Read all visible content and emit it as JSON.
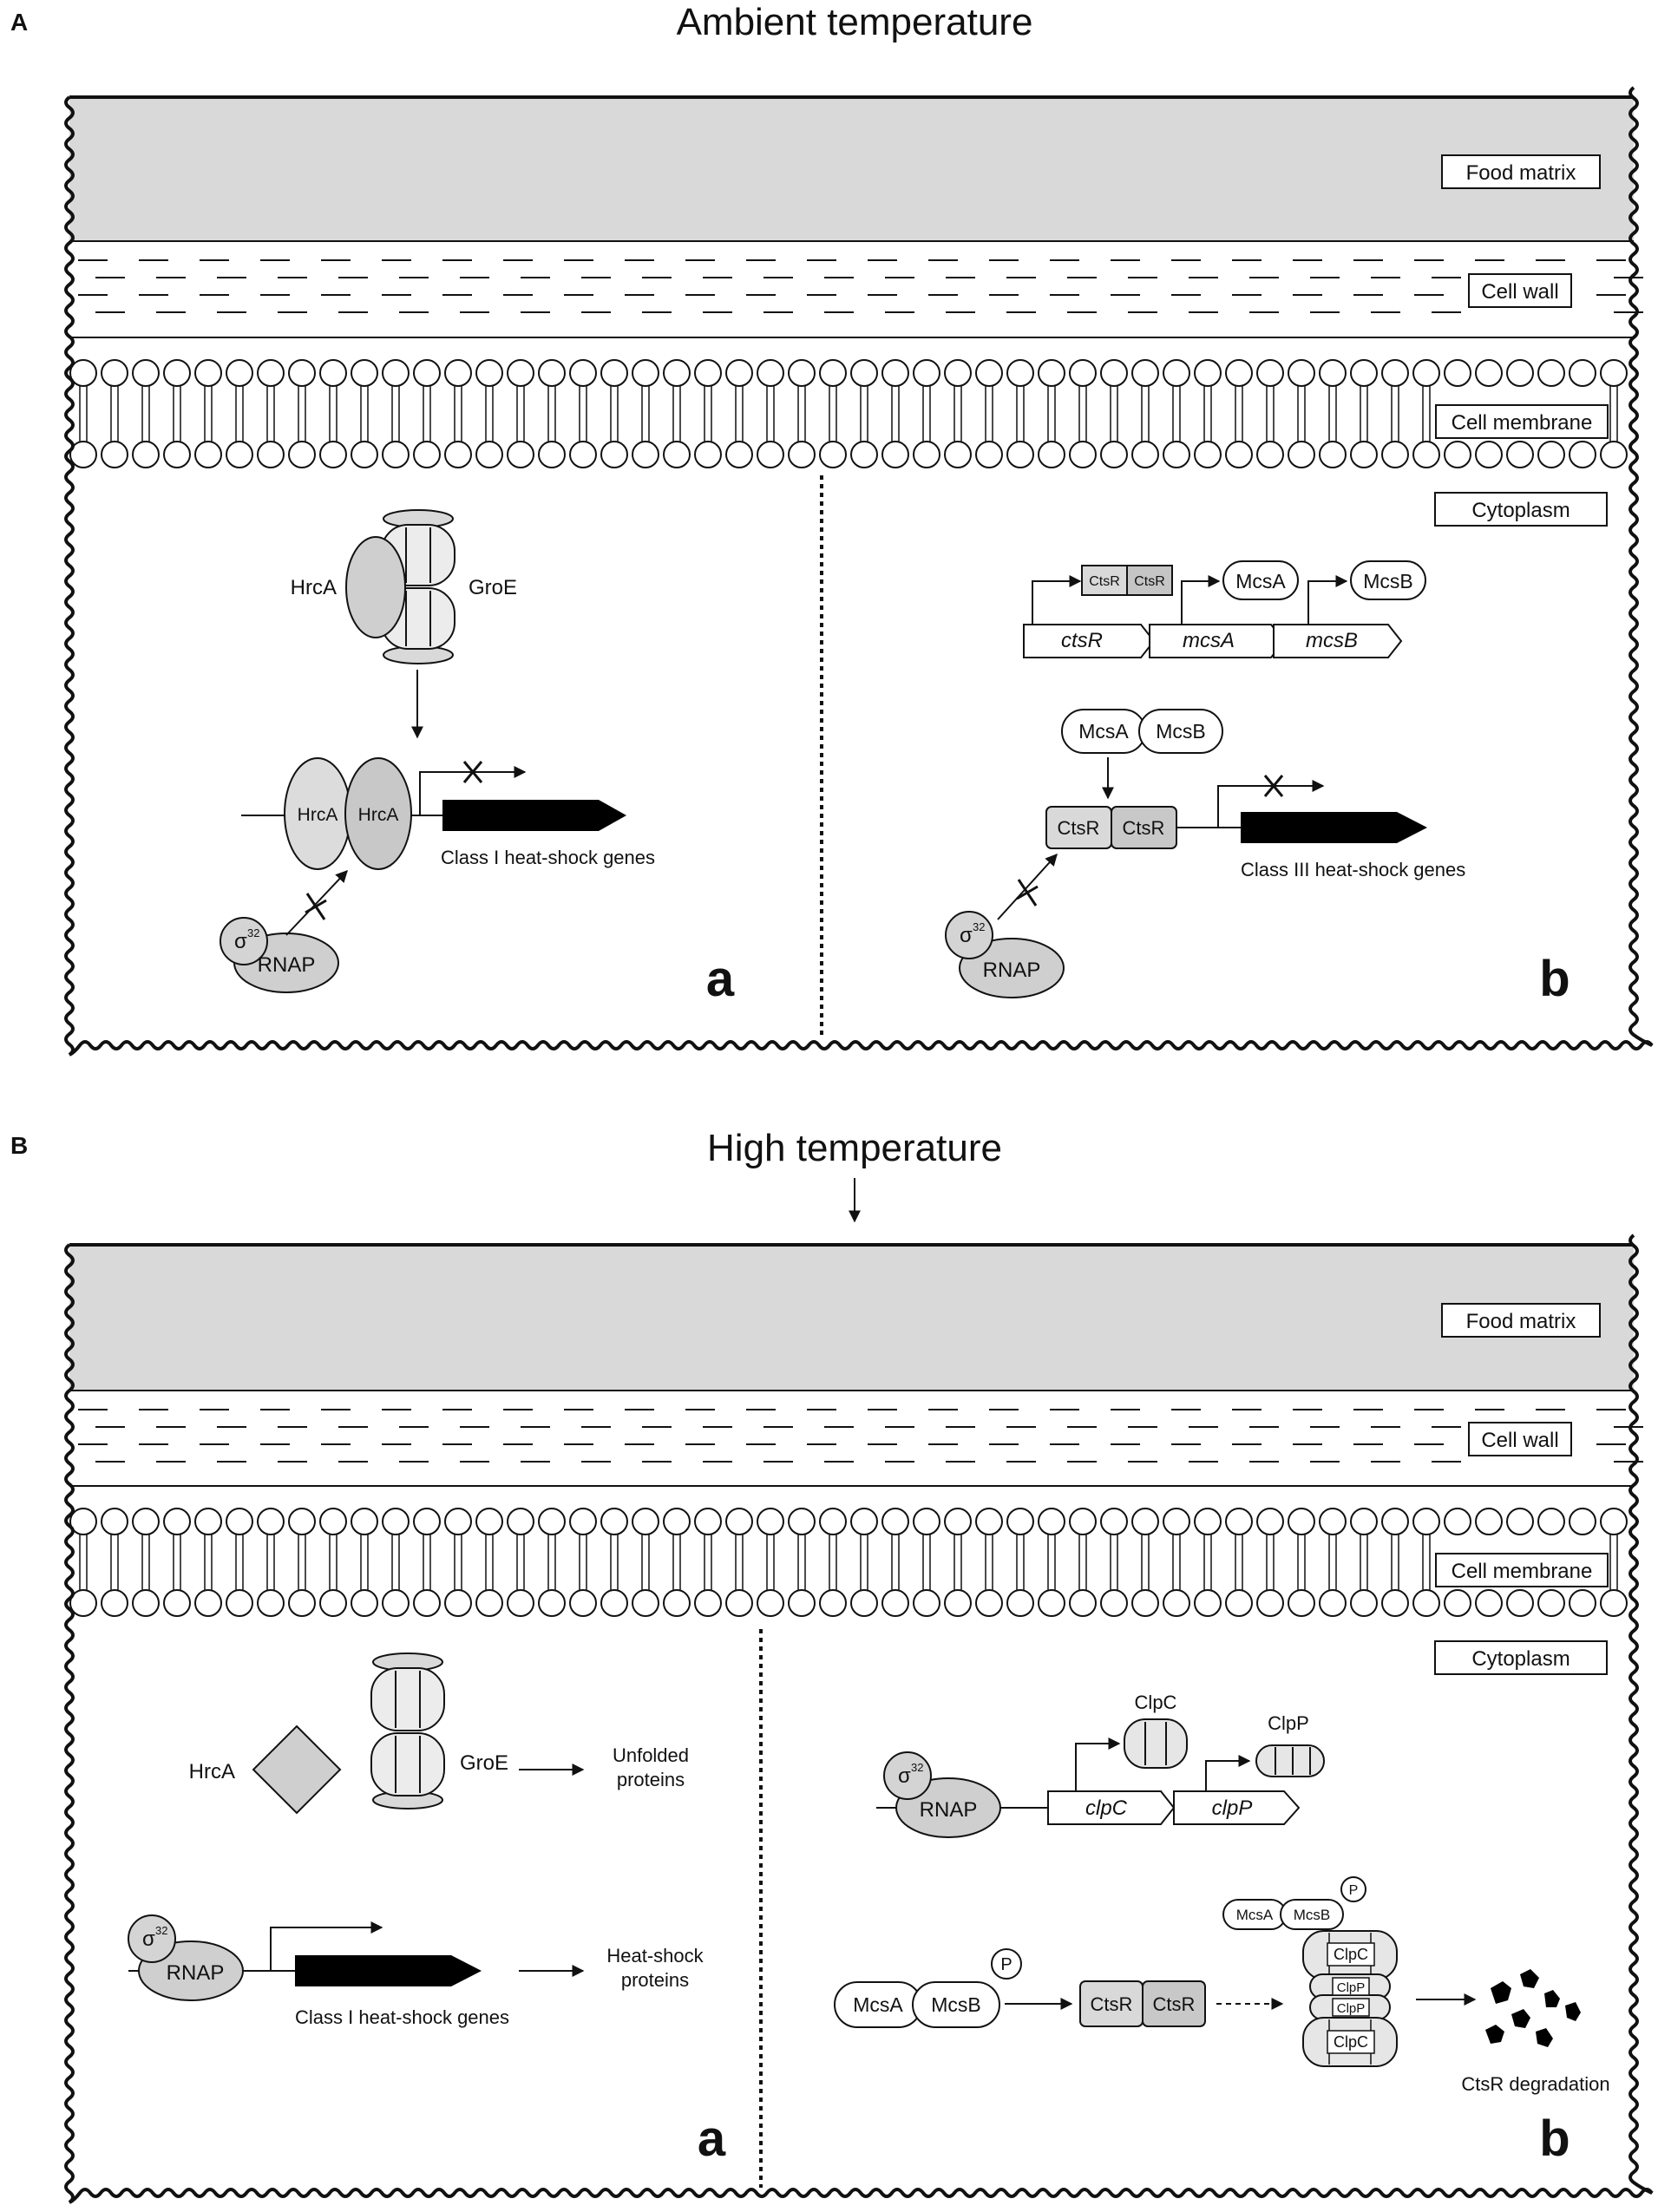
{
  "panel_a": {
    "letter": "A",
    "title": "Ambient temperature",
    "labels": {
      "food_matrix": "Food matrix",
      "cell_wall": "Cell wall",
      "cell_membrane": "Cell membrane",
      "cytoplasm": "Cytoplasm"
    },
    "left": {
      "hrca": "HrcA",
      "groe": "GroE",
      "dimer_left": "HrcA",
      "dimer_right": "HrcA",
      "genes": "Class I heat-shock genes",
      "sigma": "σ",
      "sigma_sup": "32",
      "rnap": "RNAP",
      "sub_letter": "a"
    },
    "right": {
      "operon_box_left": "CtsR",
      "operon_box_right": "CtsR",
      "operon_mcsa": "McsA",
      "operon_mcsb": "McsB",
      "gene_ctsr": "ctsR",
      "gene_mcsa": "mcsA",
      "gene_mcsb": "mcsB",
      "complex_mcsa": "McsA",
      "complex_mcsb": "McsB",
      "repressor_left": "CtsR",
      "repressor_right": "CtsR",
      "genes": "Class III heat-shock genes",
      "sigma": "σ",
      "sigma_sup": "32",
      "rnap": "RNAP",
      "sub_letter": "b"
    }
  },
  "panel_b": {
    "letter": "B",
    "title": "High temperature",
    "labels": {
      "food_matrix": "Food matrix",
      "cell_wall": "Cell wall",
      "cell_membrane": "Cell membrane",
      "cytoplasm": "Cytoplasm"
    },
    "left": {
      "hrca": "HrcA",
      "groe": "GroE",
      "unfolded_1": "Unfolded",
      "unfolded_2": "proteins",
      "sigma": "σ",
      "sigma_sup": "32",
      "rnap": "RNAP",
      "genes": "Class I heat-shock genes",
      "hsp_1": "Heat-shock",
      "hsp_2": "proteins",
      "sub_letter": "a"
    },
    "right": {
      "sigma": "σ",
      "sigma_sup": "32",
      "rnap": "RNAP",
      "clpc_label": "ClpC",
      "clpp_label": "ClpP",
      "gene_clpc": "clpC",
      "gene_clpp": "clpP",
      "mcsa": "McsA",
      "mcsb": "McsB",
      "p": "P",
      "ctsr_left": "CtsR",
      "ctsr_right": "CtsR",
      "stack_mcsa": "McsA",
      "stack_mcsb": "McsB",
      "stack_p": "P",
      "stack_clpc_top": "ClpC",
      "stack_clpp_1": "ClpP",
      "stack_clpp_2": "ClpP",
      "stack_clpc_bottom": "ClpC",
      "degradation": "CtsR degradation",
      "sub_letter": "b"
    }
  }
}
